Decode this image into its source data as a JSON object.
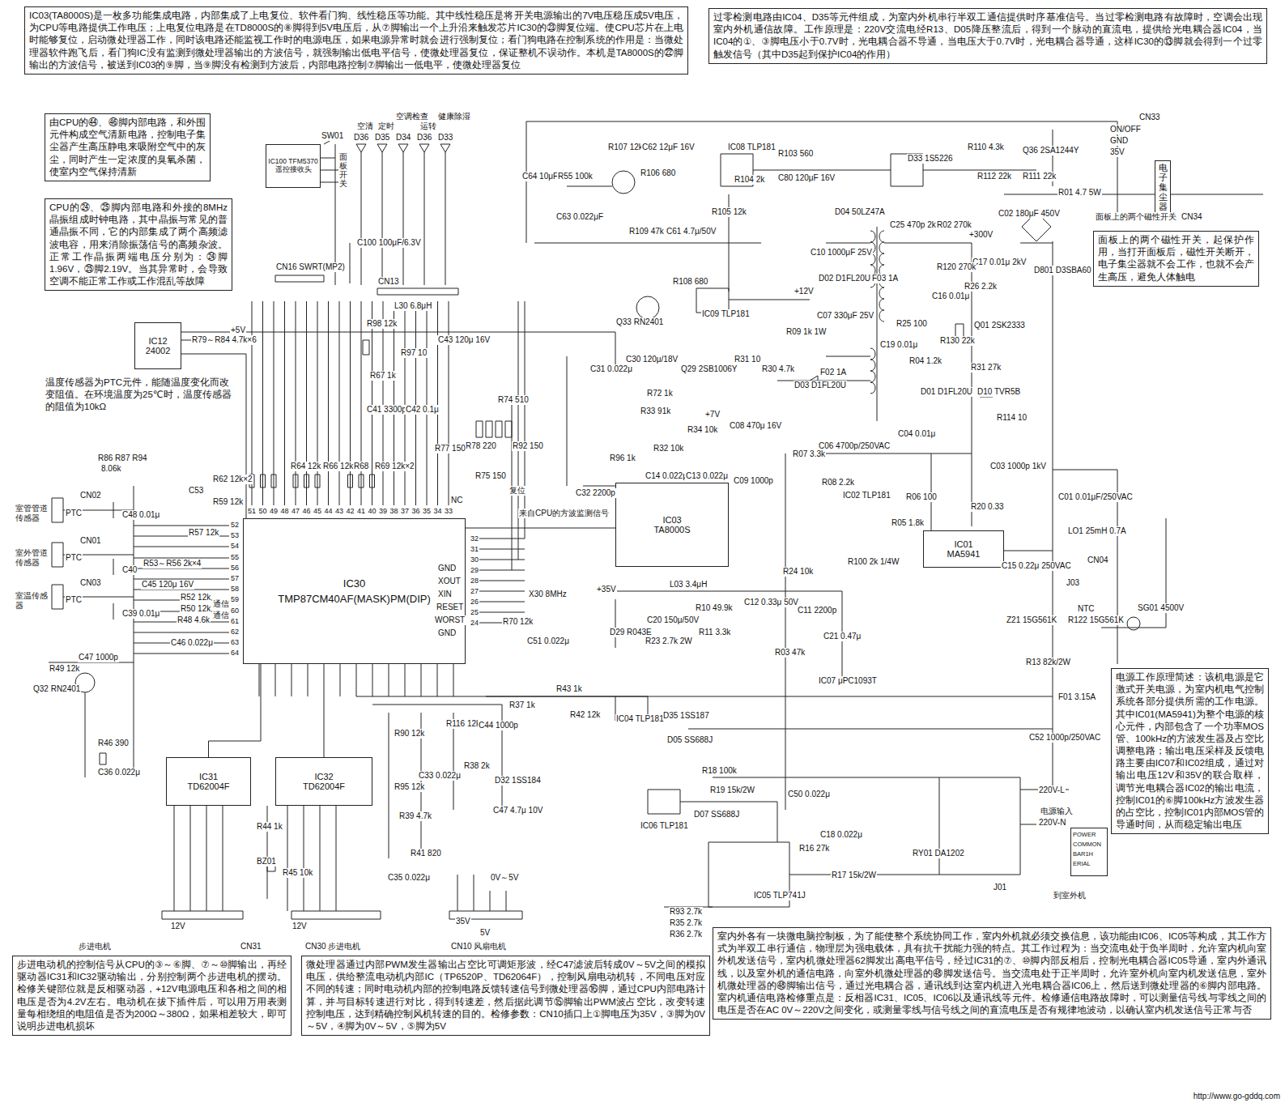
{
  "diagram": {
    "nodes": [
      {
        "text": [
          "IC03(TA8000S)是一枚多功能集成电路，内部集成了上电复位、软件看门狗、线性稳压等功能。其中线性稳压是将开关电源输出的7V电压稳压成5V电压，为CPU等电路提供工作电压；上电复位电路是在TD8000S的⑧脚得到5V电压后，从⑦脚输出一个上升沿来触发芯片IC30的㉓脚复位端。使CPU芯片在上电时能够复位，启动微处理器工作，同时该电路还能监视工作时的电源电压，如果电源异常时就会进行强制复位；看门狗电路在控制系统的作用是：当微处理器软件跑飞后，看门狗IC没有监测到微处理器输出的方波信号，就强制输出低电平信号，使微处理器复位，保证整机不误动作。本机是TA8000S的㉒脚输出的方波信号，被送到IC03的⑨脚，当⑨脚没有检测到方波后，内部电路控制⑦脚输出一低电平，使微处理器复位"
        ]
      },
      {
        "text": [
          "过零检测电路由IC04、D35等元件组成，为室内外机串行半双工通信提供时序基准信号。当过零检测电路有故障时，空调会出现室内外机通信故障。工作原理是：220V交流电经R13、D05降压整流后，得到一个脉动的直流电，提供给光电耦合器IC04，当IC04的①、③脚电压小于0.7V时，光电耦合器不导通，当电压大于0.7V时，光电耦合器导通，这样IC30的⑬脚就会得到一个过零触发信号（其中D35起到保护IC04的作用）"
        ]
      },
      {
        "text": [
          "由CPU的㊹、㊻脚内部电路，和外围元件构成空气清新电路，控制电子集尘器产生高压静电来吸附空气中的灰尘，同时产生一定浓度的臭氧杀菌，使室内空气保持清新"
        ]
      },
      {
        "text": [
          "CPU的㉔、㉕脚内部电路和外接的8MHz晶振组成时钟电路，其中晶振与常见的普通晶振不同，它的内部集成了两个高频滤波电容，用来消除振荡信号的高频杂波。正常工作晶振两端电压分别为：㉔脚1.96V，㉕脚2.19V。当其异常时，会导致空调不能正常工作或工作混乱等故障"
        ]
      },
      {
        "text": [
          "面板上的两个磁性开关，起保护作用，当打开面板后，磁性开关断开，电子集尘器就不会工作，也就不会产生高压，避免人体触电"
        ]
      },
      {
        "text": [
          "IC100 TFM5370 遥控接收头"
        ]
      },
      {
        "text": [
          "IC12 24002"
        ]
      },
      {
        "text": [
          "电子集尘器"
        ]
      },
      {
        "text": [
          "IC30",
          "TMP87CM40AF(MASK)PM(DIP)"
        ]
      },
      {
        "text": [
          "IC03",
          "TA8000S"
        ]
      },
      {
        "text": [
          "IC01",
          "MA5941"
        ]
      },
      {
        "text": [
          "电源工作原理简述：该机电源是它激式开关电源，为室内机电气控制系统各部分提供所需的工作电源。其中IC01(MA5941)为整个电源的核心元件，内部包含了一个功率MOS管、100kHz的方波发生器及占空比调整电路；输出电压采样及反馈电路主要由IC07和IC02组成，通过对输出电压12V和35V的联合取样，调节光电耦合器IC02的输出电流，控制IC01的⑥脚100kHz方波发生器的占空比，控制IC01内部MOS管的导通时间，从而稳定输出电压"
        ]
      },
      {
        "text": [
          "IC31",
          "TD62004F"
        ]
      },
      {
        "text": [
          "IC32",
          "TD62004F"
        ]
      },
      {
        "text": [
          "POWER",
          "COMMON",
          "BAR1H",
          "ERIAL"
        ]
      },
      {
        "text": [
          "步进电动机的控制信号从CPU的③～⑥脚、⑦～⑩脚输出，再经驱动器IC31和IC32驱动输出，分别控制两个步进电机的摆动。检修关键部位就是反相驱动器，+12V电源电压和各相之间的相电压是否为4.2V左右。电动机在拔下插件后，可以用万用表测量每相绕组的电阻值是否为200Ω～380Ω，如果相差较大，即可说明步进电机损坏"
        ]
      },
      {
        "text": [
          "微处理器通过内部PWM发生器输出占空比可调矩形波，经C47滤波后转成0V～5V之间的模拟电压，供给整流电动机内部IC（TP6520P、TD62064F），控制风扇电动机转，不同电压对应不同的转速；同时电动机内部的控制电路反馈转速信号到微处理器⑯脚，通过CPU内部电路计算，并与目标转速进行对比，得到转速差，然后据此调节⑮脚输出PWM波占空比，改变转速控制电压，达到精确控制风机转速的目的。检修参数：CN10插口上①脚电压为35V，③脚为0V～5V，④脚为0V～5V，⑤脚为5V"
        ]
      },
      {
        "text": [
          "室内外各有一块微电脑控制板，为了能使整个系统协同工作，室内外机就必须交换信息，该功能由IC06、IC05等构成，其工作方式为半双工串行通信，物理层为强电载体，具有抗干扰能力强的特点。其工作过程为：当交流电处于负半周时，允许室内机向室外机发送信号，室内机微处理器62脚发出高电平信号，经过IC31的⑦、⑩脚内部反相后，控制光电耦合器IC05导通，室内外通讯线，以及室外机的通信电路，向室外机微处理器的㊽脚发送信号。当交流电处于正半周时，允许室外机向室内机发送信息，室外机微处理器的㊽脚输出信号，通过光电耦合器，通讯线到达室内机进入光电耦合器IC06上，然后送到微处理器的⑥脚内部电路。室内机通信电路检修重点是：反相器IC31、IC05、IC06以及通讯线等元件。检修通信电路故障时，可以测量信号线与零线之间的电压是否在AC 0V～220V之间变化，或测量零线与信号线之间的直流电压是否有规律地波动，以确认室内机发送信号正常与否"
        ]
      }
    ],
    "edges": [
      {
        "from": 9,
        "to": 8,
        "arrow": "none"
      },
      {
        "from": 6,
        "to": 8,
        "arrow": "none"
      },
      {
        "from": 8,
        "to": 12,
        "arrow": "none"
      },
      {
        "from": 8,
        "to": 13,
        "arrow": "none"
      }
    ],
    "labels": [
      "面板开关",
      "SW01",
      "空清",
      "定时",
      "空调检查",
      "运转",
      "健康除湿",
      "D36",
      "D35",
      "D34",
      "D36",
      "D33",
      "C100 100μF/6.3V",
      "CN16 SWRT(MP2)",
      "CN13",
      "+5V",
      "R79～R84 4.7k×6",
      "R98 12k",
      "L30 6.8μH",
      "R97 10",
      "C43 120μ 16V",
      "R67 1k",
      "C41 3300p",
      "C42 0.1μ",
      "R74 510",
      "R78 220",
      "R77 150",
      "R75 150",
      "R92 150",
      "复位",
      "来自CPU的方波监测信号",
      "NC",
      "R62 12k×2",
      "R64 12k",
      "R66 12k",
      "R68",
      "R69 12k×2",
      "R86 R87 R94",
      "8.06k",
      "C53",
      "R59 12k",
      "R57 12k",
      "R53～R56 2k×4",
      "CN02",
      "CN01",
      "CN03",
      "C48 0.01μ",
      "C40",
      "C45 120μ 16V",
      "C39 0.01μ",
      "R52 12k",
      "R50 12k",
      "R48 4.6k",
      "C46 0.022μ",
      "R49 12k",
      "C47 1000p",
      "Q32 RN2401",
      "R46 390",
      "C36 0.022μ",
      "室管管道传感器",
      "室外管道传感器",
      "室温传感器",
      "PTC",
      "PTC",
      "PTC",
      "通信",
      "通信",
      "Q33 RN2401",
      "R108 680",
      "IC09 TLP181",
      "C64 10μF",
      "R55 100k",
      "C63 0.022μF",
      "R107 12k",
      "C62 12μF 16V",
      "R106 680",
      "IC08 TLP181",
      "R104 2k",
      "R109 47k",
      "C61 4.7μ/50V",
      "R105 12k",
      "R103 560",
      "C80 120μF 16V",
      "D33 1S5226",
      "R110 4.3k",
      "Q36 2SA1244Y",
      "R112 22k",
      "R111 22k",
      "CN33",
      "ON/OFF",
      "GND",
      "35V",
      "CN34",
      "面板上的两个磁性开关",
      "R01 4.7 5W",
      "C02 180μF 450V",
      "D801 D3SBA60",
      "D04 50LZ47A",
      "C25 470p 2kV",
      "R02 270k",
      "+300V",
      "C10 1000μF 25V",
      "C17 0.01μ 2kV",
      "R120 270k",
      "D02 D1FL20U",
      "F03 1A",
      "+12V",
      "R09 1k 1W",
      "C07 330μF 25V",
      "C16 0.01μ",
      "R26 2.2k",
      "R25 100",
      "Q01 2SK2333",
      "C19 0.01μ",
      "R130 22k",
      "R04 1.2k",
      "D01 D1FL20U",
      "R31 27k",
      "D10 TVR5B",
      "R114 10",
      "C31 0.022μ",
      "C30 120μ/18V",
      "Q29 2SB1006Y",
      "R31 10",
      "R30 4.7k",
      "D03 D1FL20U",
      "F02 1A",
      "C06 4700p/250VAC",
      "C04 0.01μ",
      "C03 1000p 1kV",
      "C08 470μ 16V",
      "+7V",
      "R72 1k",
      "R33 91k",
      "R34 10k",
      "R32 10k",
      "C14 0.022μ",
      "C13 0.022μ",
      "R96 1k",
      "C32 2200p",
      "C09 1000p",
      "R07 3.3k",
      "R08 2.2k",
      "IC02 TLP181",
      "R06 100",
      "R05 1.8k",
      "R20 0.33",
      "R24 10k",
      "R100 2k 1/4W",
      "+35V",
      "L03 3.4μH",
      "R10 49.9k",
      "C12 0.33μ 50V",
      "C11 2200p",
      "D29 R043E",
      "C20 150μ/50V",
      "R23 2.7k 2W",
      "R11 3.3k",
      "C21 0.47μ",
      "R03 47k",
      "IC07 μPC1093T",
      "C01 0.01μF/250VAC",
      "LO1 25mH 0.7A",
      "C15 0.22μ 250VAC",
      "CN04",
      "J03",
      "Z21 15G561K",
      "NTC",
      "R122 15G561K",
      "SG01 4500V",
      "R13 82k/2W",
      "F01 3.15A",
      "C52 1000p/250VAC",
      "R37 1k",
      "R43 1k",
      "R42 12k",
      "IC04 TLP181",
      "D35 1SS187",
      "D05 SS688J",
      "R116 12k",
      "C44 1000p",
      "R90 12k",
      "R38 2k",
      "C33 0.022μ",
      "D32 1SS184",
      "R95 12k",
      "R39 4.7k",
      "C47 4.7μ 10V",
      "R41 820",
      "C35 0.022μ",
      "0V～5V",
      "R44 1k",
      "BZ01",
      "R45 10k",
      "R18 100k",
      "R19 15k/2W",
      "D07 SS688J",
      "IC06 TLP181",
      "C50 0.022μ",
      "C18 0.022μ",
      "R16 27k",
      "R17 15k/2W",
      "IC05 TLP741J",
      "RY01 DA1202",
      "220V-L",
      "电源输入",
      "220V-N",
      "J01",
      "到室外机",
      "R93 2.7k",
      "R35 2.7k",
      "R36 2.7k",
      "12V",
      "步进电机",
      "CN31",
      "12V",
      "CN30 步进电机",
      "35V",
      "5V",
      "CN10 风扇电机",
      "GND",
      "XOUT",
      "XIN",
      "RESET",
      "WORST",
      "GND",
      "X30 8MHz",
      "R70 12k",
      "C51 0.022μ",
      "温度传感器为PTC元件，能随温度变化而改变阻值。在环境温度为25℃时，温度传感器的阻值为10kΩ",
      "http://www.go-gddq.com",
      "52",
      "53",
      "54",
      "55",
      "56",
      "57",
      "58",
      "59",
      "60",
      "61",
      "62",
      "63",
      "64",
      "32",
      "31",
      "30",
      "29",
      "28",
      "27",
      "26",
      "25",
      "24",
      "51",
      "50",
      "49",
      "48",
      "47",
      "46",
      "45",
      "44",
      "43",
      "42",
      "41",
      "40",
      "39",
      "38",
      "37",
      "36",
      "35",
      "34",
      "33"
    ]
  }
}
